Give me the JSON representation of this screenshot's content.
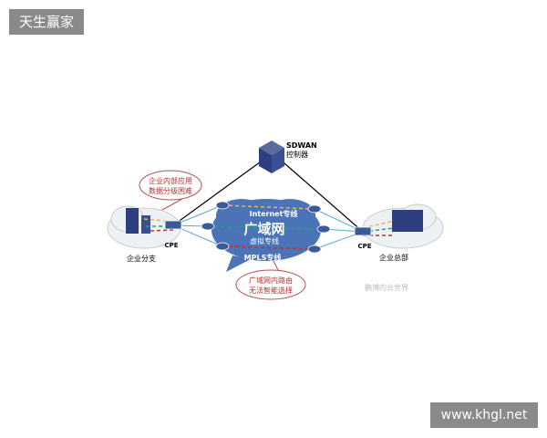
{
  "watermarks": {
    "top_left": "天生赢家",
    "bottom_right": "www.khgl.net",
    "source": "鹏博的云世界"
  },
  "controller": {
    "line1": "SDWAN",
    "line2": "控制器"
  },
  "wan": {
    "title": "广域网",
    "internet": "Internet专线",
    "virtual": "虚拟专线",
    "mpls": "MPLS专线"
  },
  "branch": {
    "label": "企业分支",
    "cpe": "CPE"
  },
  "hq": {
    "label": "企业总部",
    "cpe": "CPE"
  },
  "callouts": [
    {
      "line1": "企业内部应用",
      "line2": "数据分级困难"
    },
    {
      "line1": "广域网内路由",
      "line2": "无法智能选择"
    }
  ],
  "colors": {
    "cloud": "#4a73b8",
    "internet": "#e8b84a",
    "virtual": "#2e9a7a",
    "mpls": "#c83030",
    "callout_border": "#b05050",
    "callout_text": "#b03030"
  }
}
